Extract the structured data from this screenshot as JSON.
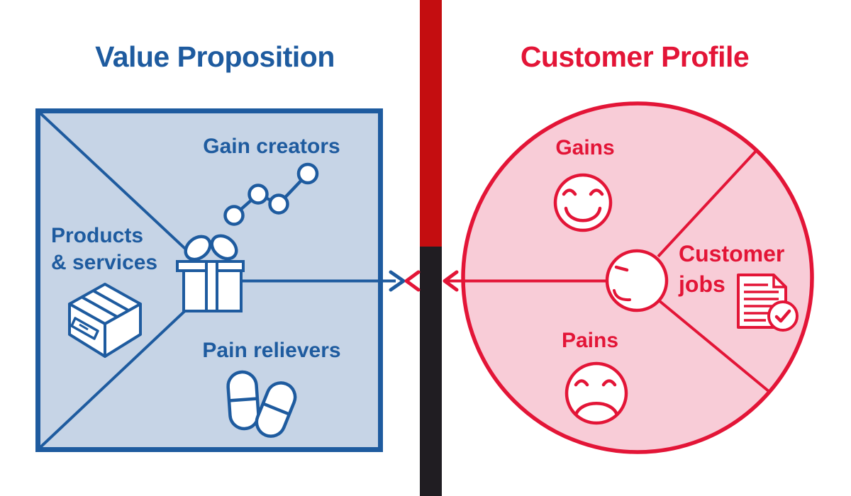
{
  "left_panel": {
    "title": "Value Proposition",
    "sections": {
      "gain_creators": "Gain creators",
      "products_line1": "Products",
      "products_line2": "& services",
      "pain_relievers": "Pain relievers"
    }
  },
  "right_panel": {
    "title": "Customer Profile",
    "sections": {
      "gains": "Gains",
      "customer_jobs_line1": "Customer",
      "customer_jobs_line2": "jobs",
      "pains": "Pains"
    }
  },
  "icons": {
    "gain_creators": "line-chart-icon",
    "products_services": "package-icon",
    "center_left": "gift-icon",
    "pain_relievers": "pills-icon",
    "gains": "smiley-face-icon",
    "pains": "sad-face-icon",
    "customer_jobs": "document-checklist-icon",
    "circle_center": "person-profile-icon",
    "fit_left": "blue-arrow-right-icon",
    "fit_right": "red-arrow-left-icon"
  },
  "colors": {
    "blue": "#1e5b9f",
    "blue_fill": "#c6d4e6",
    "crimson": "#e31537",
    "pink_fill": "#f8ccd7",
    "red_bar": "#c40d10",
    "black_bar": "#201d22",
    "white": "#ffffff"
  }
}
